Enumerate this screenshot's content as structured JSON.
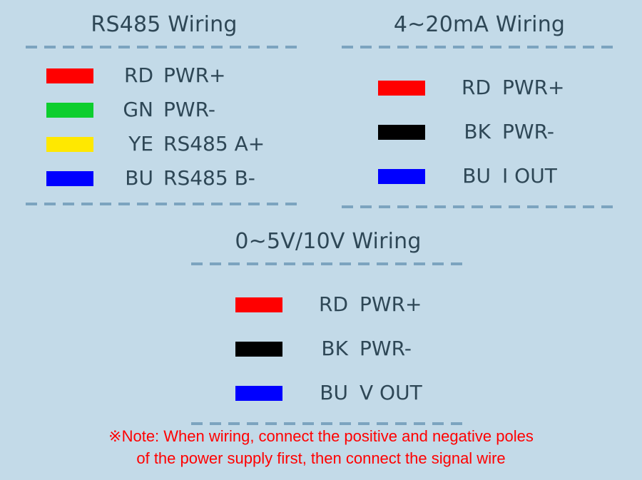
{
  "colors": {
    "background": "#c3dae8",
    "text": "#2e4756",
    "dash": "#7ca4bf",
    "note": "#ff0000",
    "red": "#ff0000",
    "green": "#0dce2e",
    "yellow": "#ffe800",
    "blue": "#0000ff",
    "black": "#000000"
  },
  "panels": [
    {
      "id": "rs485",
      "title": "RS485 Wiring",
      "rows": [
        {
          "swatch_color": "#ff0000",
          "swatch_name": "red-wire-swatch",
          "code": "RD",
          "function": "PWR+"
        },
        {
          "swatch_color": "#0dce2e",
          "swatch_name": "green-wire-swatch",
          "code": "GN",
          "function": "PWR-"
        },
        {
          "swatch_color": "#ffe800",
          "swatch_name": "yellow-wire-swatch",
          "code": "YE",
          "function": "RS485 A+"
        },
        {
          "swatch_color": "#0000ff",
          "swatch_name": "blue-wire-swatch",
          "code": "BU",
          "function": "RS485 B-"
        }
      ]
    },
    {
      "id": "420ma",
      "title": "4~20mA Wiring",
      "rows": [
        {
          "swatch_color": "#ff0000",
          "swatch_name": "red-wire-swatch",
          "code": "RD",
          "function": "PWR+"
        },
        {
          "swatch_color": "#000000",
          "swatch_name": "black-wire-swatch",
          "code": "BK",
          "function": "PWR-"
        },
        {
          "swatch_color": "#0000ff",
          "swatch_name": "blue-wire-swatch",
          "code": "BU",
          "function": "I OUT"
        }
      ]
    },
    {
      "id": "voltage",
      "title": "0~5V/10V Wiring",
      "rows": [
        {
          "swatch_color": "#ff0000",
          "swatch_name": "red-wire-swatch",
          "code": "RD",
          "function": "PWR+"
        },
        {
          "swatch_color": "#000000",
          "swatch_name": "black-wire-swatch",
          "code": "BK",
          "function": "PWR-"
        },
        {
          "swatch_color": "#0000ff",
          "swatch_name": "blue-wire-swatch",
          "code": "BU",
          "function": "V OUT"
        }
      ]
    }
  ],
  "note": {
    "line1": "※Note: When wiring, connect the positive and negative poles",
    "line2": "of the power supply first, then connect the signal wire"
  }
}
